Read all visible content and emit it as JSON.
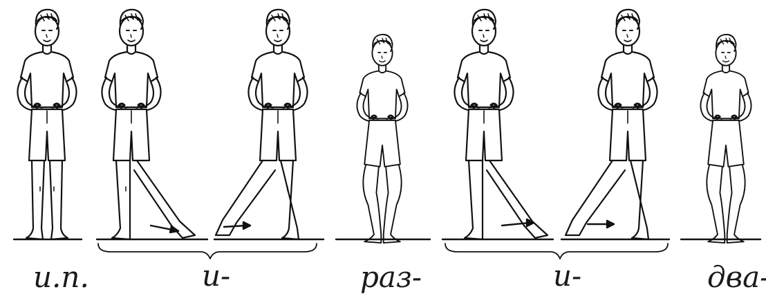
{
  "labels": {
    "start_position": "и.п.",
    "and_1": "и-",
    "one": "раз-",
    "and_2": "и-",
    "two": "два-"
  }
}
